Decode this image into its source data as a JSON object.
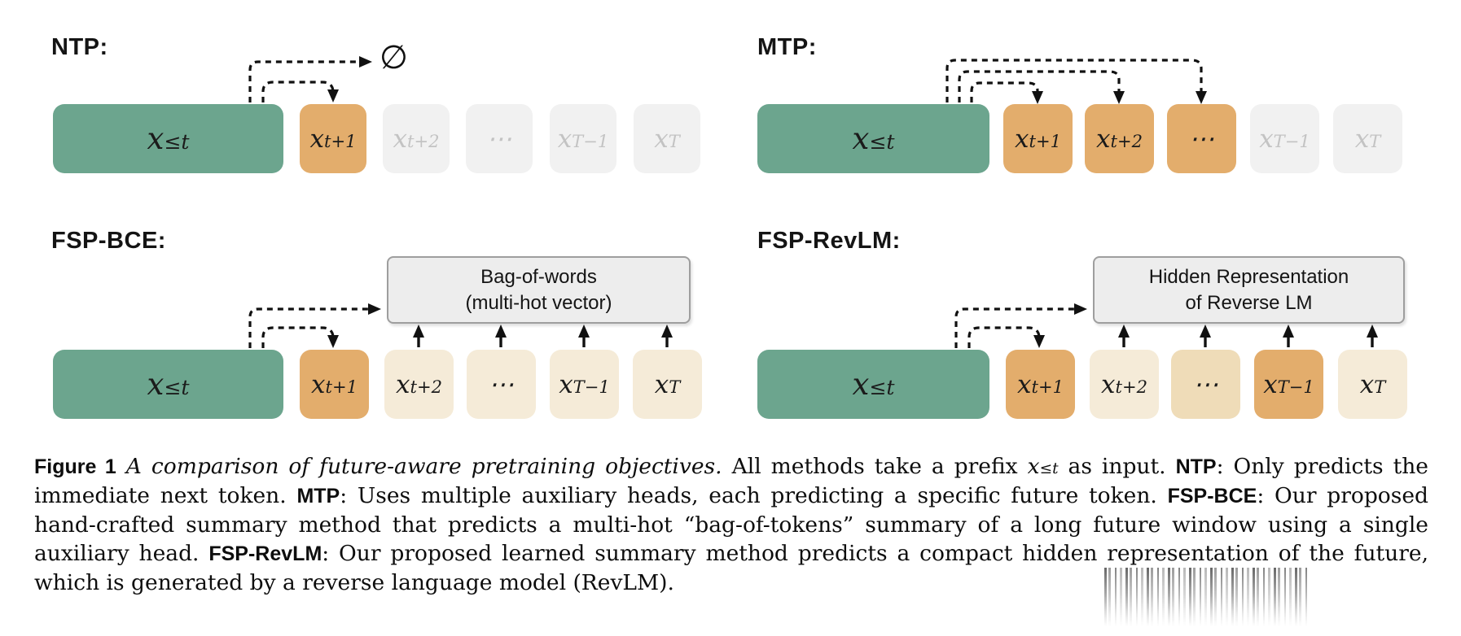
{
  "palette": {
    "prefix_green": "#6CA58E",
    "token_orange": "#E3AD6C",
    "token_cream": "#F5EBD8",
    "token_beige": "#EFDCB8",
    "token_inactive": "#F1F1F1",
    "inactive_text": "#C3C3C3",
    "summary_fill": "#EDEDED",
    "summary_border": "#9E9E9E",
    "arrow": "#111111",
    "background": "#FFFFFF"
  },
  "diagrams": {
    "ntp": {
      "label": "NTP:",
      "null_symbol": "∅",
      "prefix": {
        "base": "x",
        "sub": "≤t"
      },
      "tokens": [
        {
          "base": "x",
          "sub": "t+1",
          "variant": "orange"
        },
        {
          "base": "x",
          "sub": "t+2",
          "variant": "gray"
        },
        {
          "base": "⋯",
          "sub": "",
          "variant": "gray"
        },
        {
          "base": "x",
          "sub": "T−1",
          "variant": "gray"
        },
        {
          "base": "x",
          "sub": "T",
          "variant": "gray"
        }
      ]
    },
    "mtp": {
      "label": "MTP:",
      "prefix": {
        "base": "x",
        "sub": "≤t"
      },
      "tokens": [
        {
          "base": "x",
          "sub": "t+1",
          "variant": "orange"
        },
        {
          "base": "x",
          "sub": "t+2",
          "variant": "orange"
        },
        {
          "base": "⋯",
          "sub": "",
          "variant": "orange"
        },
        {
          "base": "x",
          "sub": "T−1",
          "variant": "gray"
        },
        {
          "base": "x",
          "sub": "T",
          "variant": "gray"
        }
      ]
    },
    "fsp_bce": {
      "label": "FSP-BCE:",
      "summary_box": {
        "line1": "Bag-of-words",
        "line2": "(multi-hot vector)"
      },
      "prefix": {
        "base": "x",
        "sub": "≤t"
      },
      "tokens": [
        {
          "base": "x",
          "sub": "t+1",
          "variant": "orange"
        },
        {
          "base": "x",
          "sub": "t+2",
          "variant": "cream"
        },
        {
          "base": "⋯",
          "sub": "",
          "variant": "cream"
        },
        {
          "base": "x",
          "sub": "T−1",
          "variant": "cream"
        },
        {
          "base": "x",
          "sub": "T",
          "variant": "cream"
        }
      ]
    },
    "fsp_revlm": {
      "label": "FSP-RevLM:",
      "summary_box": {
        "line1": "Hidden Representation",
        "line2": "of Reverse LM"
      },
      "prefix": {
        "base": "x",
        "sub": "≤t"
      },
      "tokens": [
        {
          "base": "x",
          "sub": "t+1",
          "variant": "orange"
        },
        {
          "base": "x",
          "sub": "t+2",
          "variant": "cream"
        },
        {
          "base": "⋯",
          "sub": "",
          "variant": "beige"
        },
        {
          "base": "x",
          "sub": "T−1",
          "variant": "orange"
        },
        {
          "base": "x",
          "sub": "T",
          "variant": "cream"
        }
      ]
    }
  },
  "caption": {
    "math": {
      "base": "x",
      "sub": "≤t"
    },
    "segments": [
      {
        "text": "Figure 1"
      },
      {
        "text": " A comparison of future-aware pretraining objectives. "
      },
      {
        "text": "All methods take a prefix "
      },
      {
        "text": " as input. "
      },
      {
        "text": "NTP"
      },
      {
        "text": ": Only predicts the immediate next token. "
      },
      {
        "text": "MTP"
      },
      {
        "text": ": Uses multiple auxiliary heads, each predicting a specific future token. "
      },
      {
        "text": "FSP-BCE"
      },
      {
        "text": ": Our proposed hand-crafted summary method that predicts a multi-hot “bag-of-tokens” summary of a long future window using a single auxiliary head. "
      },
      {
        "text": "FSP-RevLM"
      },
      {
        "text": ": Our proposed learned summary method predicts a compact hidden representation of the future, which is generated by a reverse language model (RevLM)."
      }
    ]
  }
}
